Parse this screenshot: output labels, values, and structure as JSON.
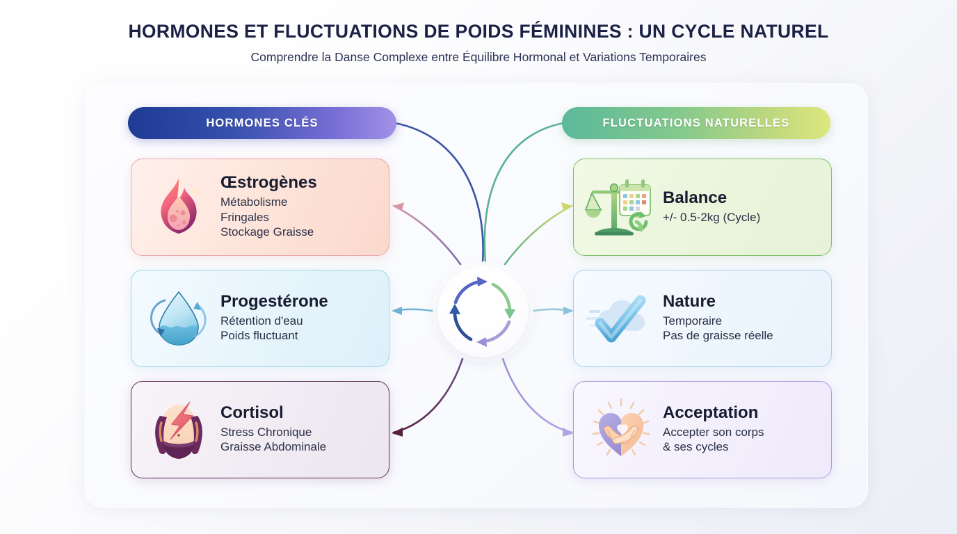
{
  "header": {
    "title": "HORMONES ET FLUCTUATIONS DE POIDS FÉMININES : UN CYCLE NATUREL",
    "subtitle": "Comprendre la Danse Complexe entre Équilibre Hormonal et Variations Temporaires"
  },
  "columns": {
    "left": {
      "badge_label": "HORMONES CLÉS"
    },
    "right": {
      "badge_label": "FLUCTUATIONS NATURELLES"
    }
  },
  "left_cards": [
    {
      "title": "Œstrogènes",
      "lines": [
        "Métabolisme",
        "Fringales",
        "Stockage Graisse"
      ],
      "icon": "flame-icon",
      "border_color": "#e9a8ac"
    },
    {
      "title": "Progestérone",
      "lines": [
        "Rétention d'eau",
        "Poids fluctuant"
      ],
      "icon": "water-drop-icon",
      "border_color": "#9fd6e8"
    },
    {
      "title": "Cortisol",
      "lines": [
        "Stress Chronique",
        "Graisse Abdominale"
      ],
      "icon": "torso-lightning-icon",
      "border_color": "#5c2f55"
    }
  ],
  "right_cards": [
    {
      "title": "Balance",
      "lines": [
        "+/- 0.5-2kg (Cycle)"
      ],
      "icon": "scale-calendar-icon",
      "border_color": "#7dbd6c"
    },
    {
      "title": "Nature",
      "lines": [
        "Temporaire",
        "Pas de graisse réelle"
      ],
      "icon": "cloud-check-icon",
      "border_color": "#a8cfe6"
    },
    {
      "title": "Acceptation",
      "lines": [
        "Accepter son corps",
        "& ses cycles"
      ],
      "icon": "heart-hug-icon",
      "border_color": "#a99ade"
    }
  ],
  "hub": {
    "icon": "cycle-arrows-icon",
    "arrow_colors": [
      "#5566c4",
      "#86c98c",
      "#9a8fd4",
      "#2f5aa8"
    ]
  },
  "palette": {
    "title_color": "#1b2145",
    "badge_left_start": "#1f3a93",
    "badge_left_end": "#a391e8",
    "badge_right_start": "#5bb99a",
    "badge_right_end": "#dde77e",
    "panel_bg": "#fbfcfe",
    "page_bg": "#f2f3f8"
  }
}
